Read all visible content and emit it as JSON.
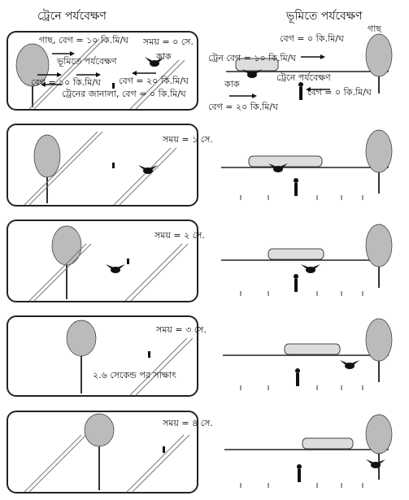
{
  "headers": {
    "train_view": "ট্রেনে পর্যবেক্ষণ",
    "ground_view": "ভূমিতে পর্যবেক্ষণ"
  },
  "top_labels": {
    "tree_speed": "গাছ, বেগ = ১০ কি.মি/ঘ",
    "time0": "সময় = ০ সে.",
    "ground_observer": "ভূমিতে পর্যবেক্ষণ",
    "crow": "কাক",
    "ground_speed": "বেগ = ১০ কি.মি/ঘ",
    "crow_speed": "বেগ = ২০ কি.মি/ঘ",
    "window_speed": "ট্রেনের জানালা, বেগ = ০ কি.মি/ঘ",
    "r_tree_speed": "বেগ = ০ কি.মি/ঘ",
    "r_tree": "গাছ",
    "r_train_speed": "ট্রেন বেগ = ১০ কি.মি/ঘ",
    "r_crow": "কাক",
    "r_train_observer": "ট্রেনে পর্যবেক্ষণ",
    "r_observer_speed": "বেগ = ০ কি.মি/ঘ",
    "r_crow_speed": "বেগ = ২০ কি.মি/ঘ"
  },
  "frames": [
    {
      "time_label": ""
    },
    {
      "time_label": "সময় = ১ সে."
    },
    {
      "time_label": "সময় = ২ সে."
    },
    {
      "time_label": "সময় = ৩ সে."
    },
    {
      "time_label": "সময় = ৪ সে."
    }
  ],
  "meet_note": "২.৬ সেকেন্ড পর সাক্ষাৎ"
}
